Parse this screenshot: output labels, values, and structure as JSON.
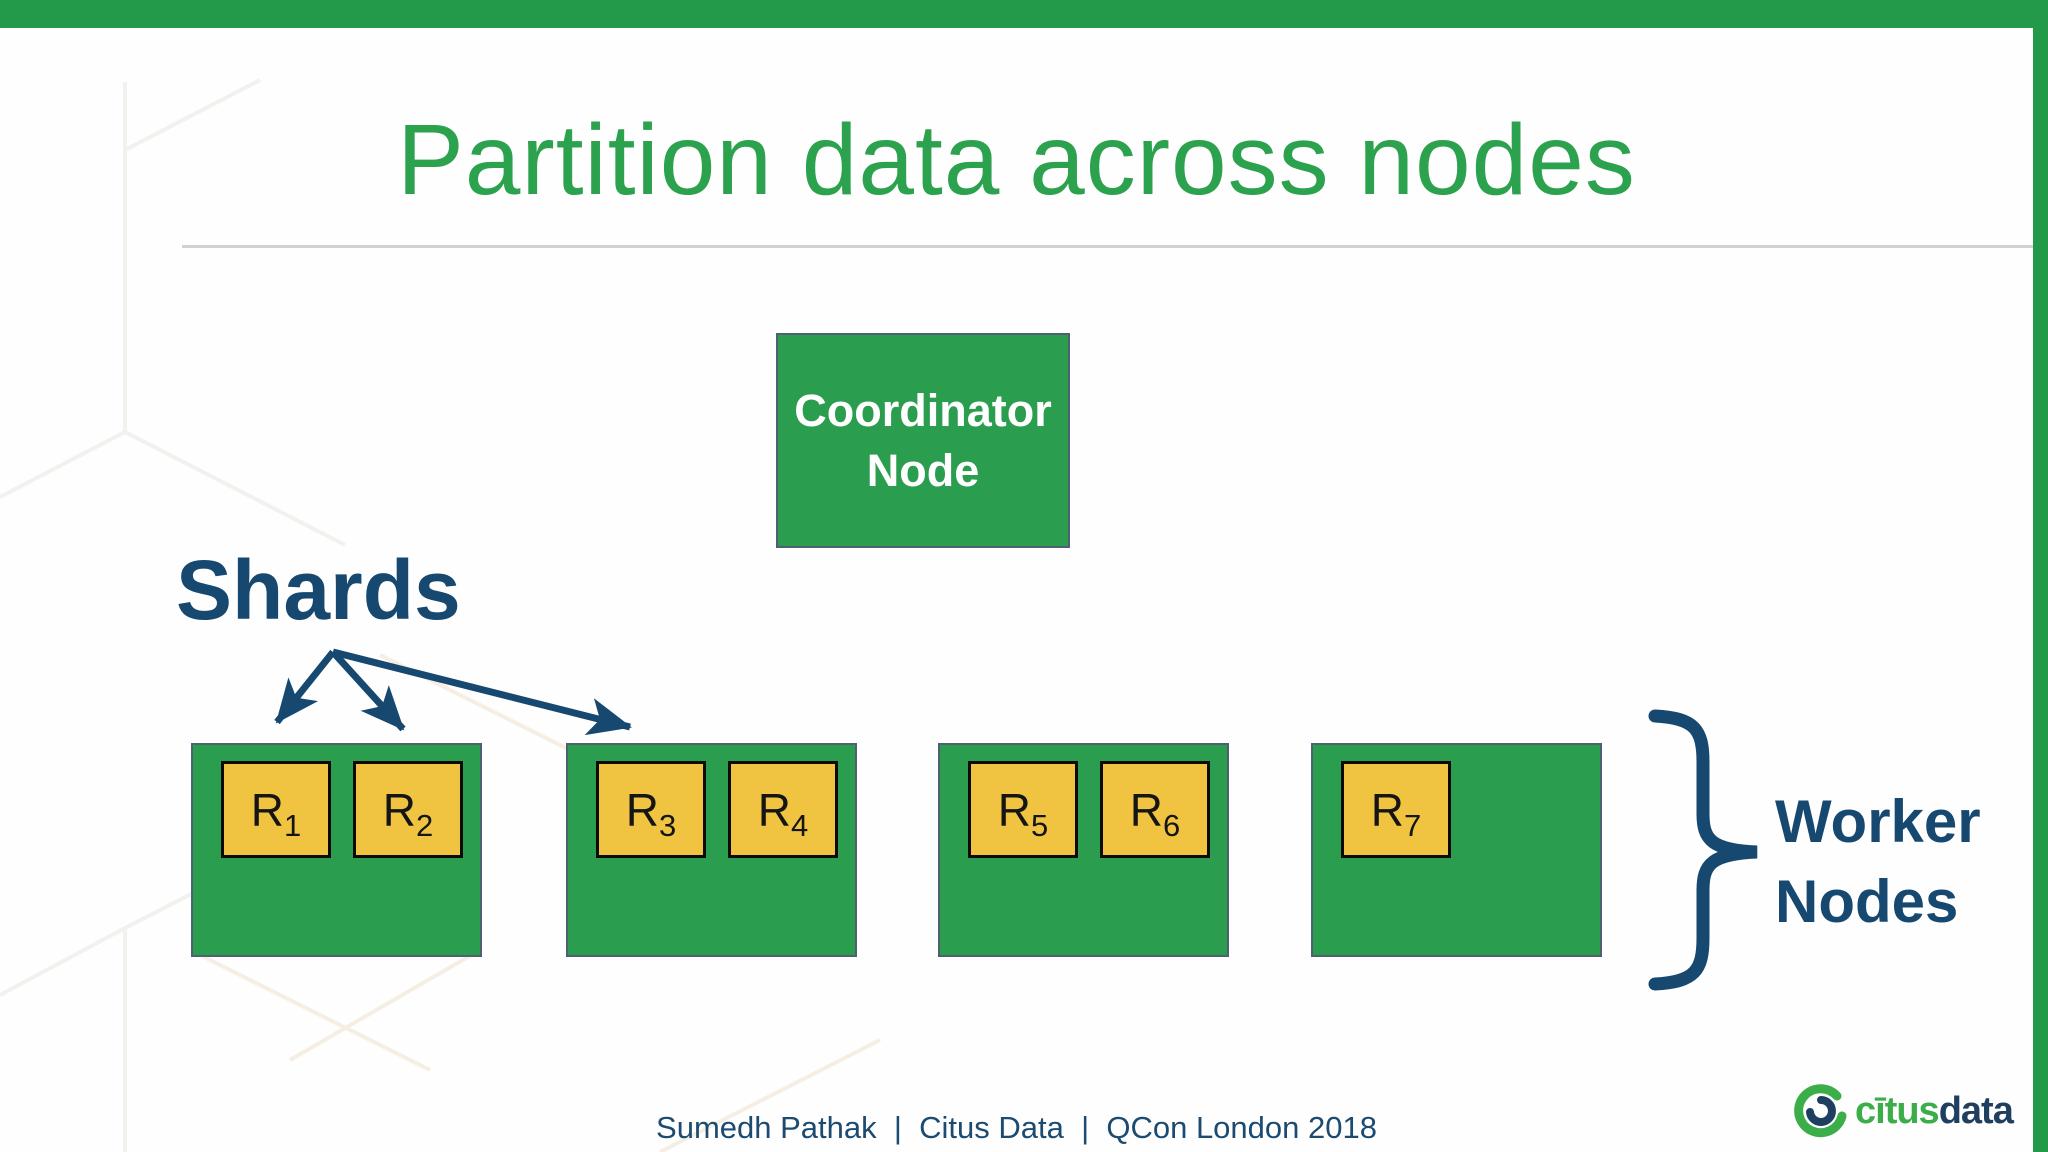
{
  "title": "Partition data across nodes",
  "coordinator": {
    "label": "Coordinator\nNode"
  },
  "shards_label": "Shards",
  "worker_nodes_label": "Worker\nNodes",
  "workers": [
    {
      "shards": [
        {
          "base": "R",
          "sub": "1"
        },
        {
          "base": "R",
          "sub": "2"
        }
      ]
    },
    {
      "shards": [
        {
          "base": "R",
          "sub": "3"
        },
        {
          "base": "R",
          "sub": "4"
        }
      ]
    },
    {
      "shards": [
        {
          "base": "R",
          "sub": "5"
        },
        {
          "base": "R",
          "sub": "6"
        }
      ]
    },
    {
      "shards": [
        {
          "base": "R",
          "sub": "7"
        }
      ]
    }
  ],
  "footer": "Sumedh Pathak  |  Citus Data  |  QCon London 2018",
  "logo": {
    "citus": "cītus",
    "data": "data",
    "icon": "citusdata-swirl-icon"
  },
  "colors": {
    "green-bar": "#229A4A",
    "green-title": "#2CA24E",
    "green-box": "#2A9D4F",
    "yellow-shard": "#F0C441",
    "navy": "#17486F",
    "navy-footer": "#1C4A70",
    "logo-green": "#3CAE49",
    "logo-navy": "#1E3F5F",
    "divider-gray": "#D1D1D5",
    "box-border": "#4E6172"
  }
}
